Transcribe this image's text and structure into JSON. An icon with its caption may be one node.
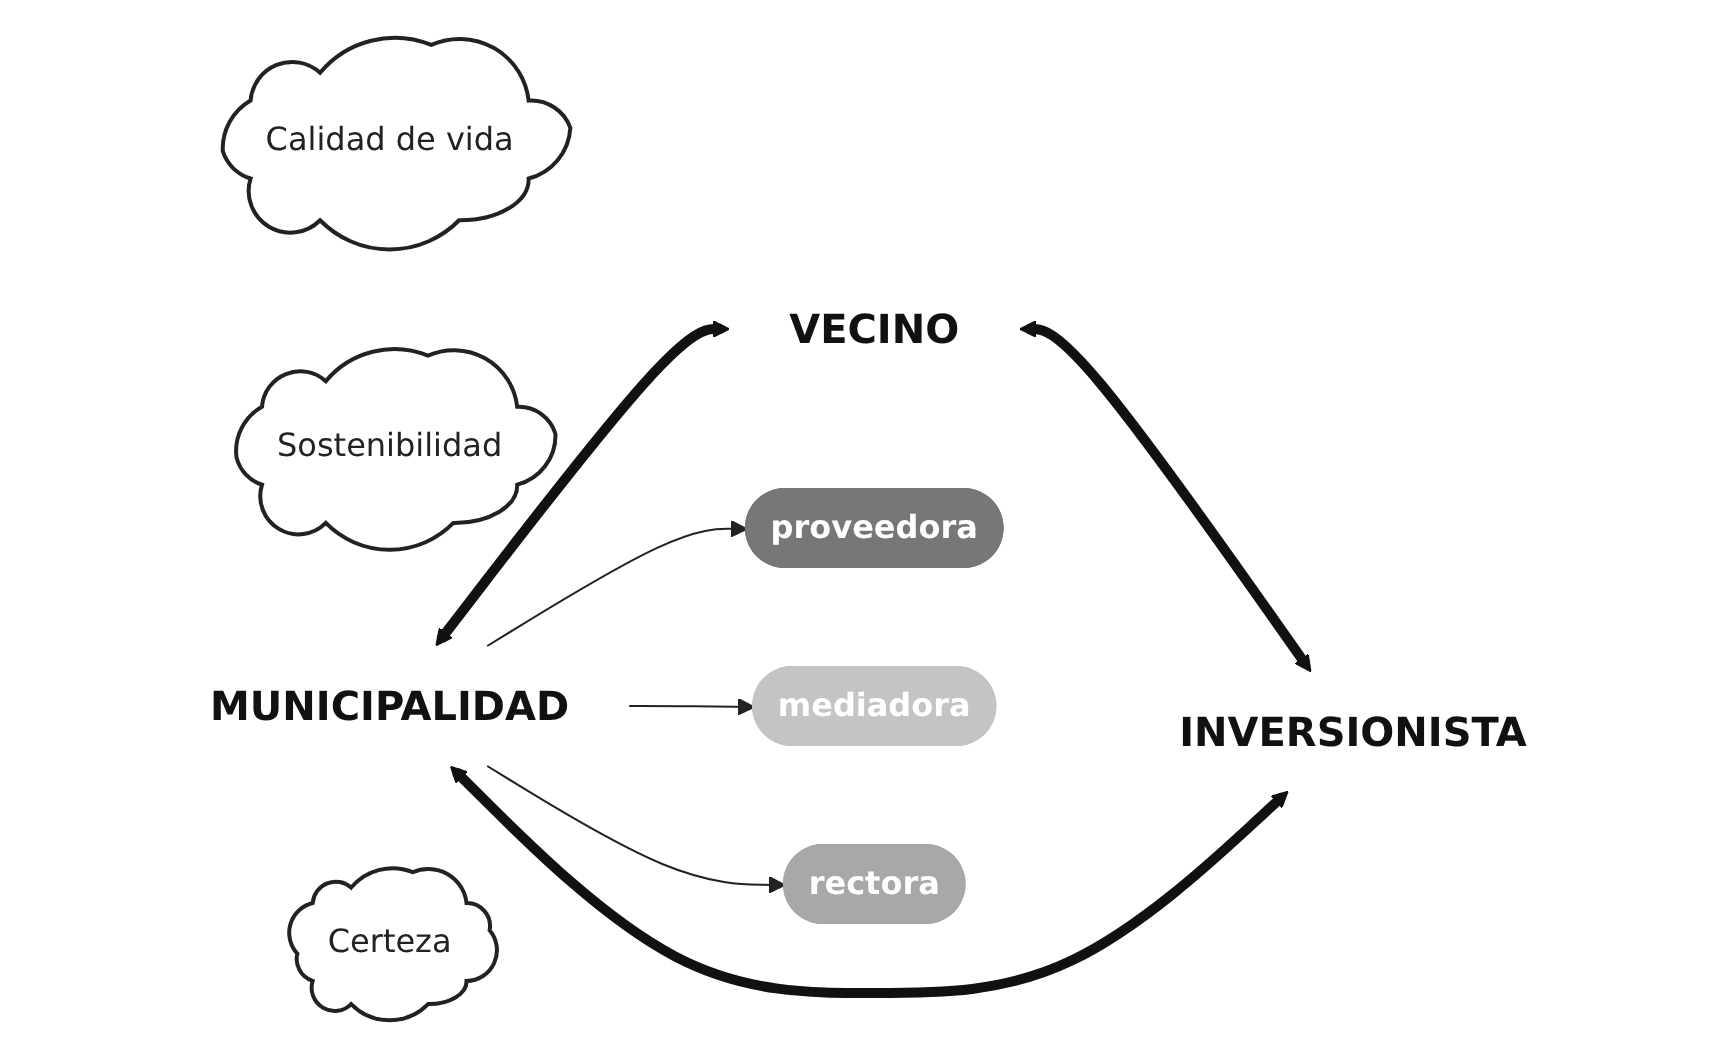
{
  "diagram": {
    "nodes": [
      {
        "text": [
          "VECINO"
        ]
      },
      {
        "text": [
          "Calidad de vida"
        ]
      },
      {
        "text": [
          "proveedora"
        ]
      },
      {
        "text": [
          "Sostenibilidad"
        ]
      },
      {
        "text": [
          "MUNICIPALIDAD"
        ]
      },
      {
        "text": [
          "mediadora"
        ]
      },
      {
        "text": [
          "Certeza"
        ]
      },
      {
        "text": [
          "rectora"
        ]
      },
      {
        "text": [
          "INVERSIONISTA"
        ]
      }
    ],
    "edges": [
      {
        "from": 4,
        "to": 0,
        "arrow": "both",
        "style": "thick"
      },
      {
        "from": 0,
        "to": 8,
        "arrow": "both",
        "style": "thick"
      },
      {
        "from": 4,
        "to": 8,
        "arrow": "both",
        "style": "thick"
      },
      {
        "from": 4,
        "to": 2,
        "arrow": "to"
      },
      {
        "from": 4,
        "to": 5,
        "arrow": "to"
      },
      {
        "from": 4,
        "to": 7,
        "arrow": "to"
      }
    ]
  }
}
